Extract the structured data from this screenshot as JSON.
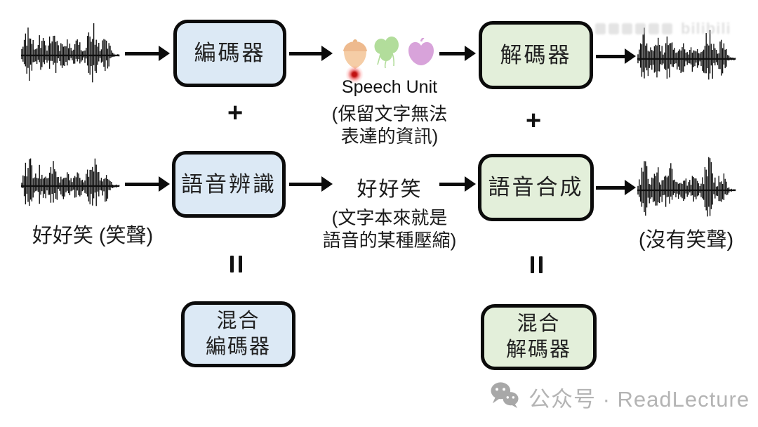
{
  "boxes": {
    "encoder": "編碼器",
    "decoder": "解碼器",
    "asr": "語音辨識",
    "tts": "語音合成",
    "mixed_encoder": [
      "混合",
      "編碼器"
    ],
    "mixed_decoder": [
      "混合",
      "解碼器"
    ]
  },
  "operators": {
    "plus": "+",
    "equals": "="
  },
  "speech_unit": {
    "label": "Speech Unit",
    "note_line1": "(保留文字無法",
    "note_line2": "表達的資訊)"
  },
  "transcript": {
    "text": "好好笑",
    "note_line1": "(文字本來就是",
    "note_line2": "語音的某種壓縮)"
  },
  "captions": {
    "input_speech": "好好笑 (笑聲)",
    "output_speech": "(沒有笑聲)"
  },
  "icons": {
    "emojis": [
      "acorn-emoji",
      "balloons-emoji",
      "apple-emoji"
    ],
    "pointer": "laser-dot",
    "wechat": "wechat-icon"
  },
  "colors": {
    "blue_box": "#dce9f5",
    "green_box": "#e3efda",
    "box_border": "#0b0b0b",
    "watermark_gray": "#b4b4b4",
    "acorn": "#f2c49e",
    "balloons": "#b2dd9b",
    "apple": "#d8a3da",
    "laser_red": "#c01010"
  },
  "watermarks": {
    "bilibili": "bilibili",
    "wechat_label": "公众号 · ReadLecture"
  }
}
